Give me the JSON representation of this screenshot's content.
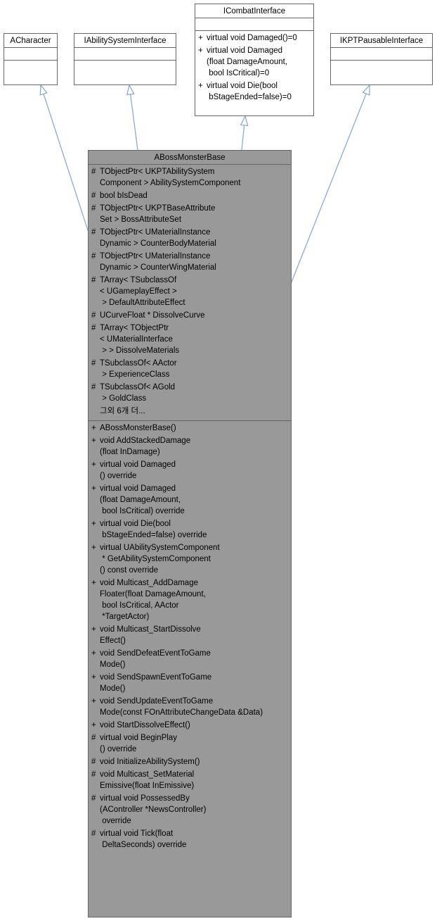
{
  "colors": {
    "edge": "#7ea6d6",
    "border": "#666666",
    "main_fill": "#999999",
    "fill": "#ffffff"
  },
  "bases": [
    {
      "key": "acharacter",
      "name": "ACharacter",
      "attributes": [],
      "methods": []
    },
    {
      "key": "iability",
      "name": "IAbilitySystemInterface",
      "attributes": [],
      "methods": []
    },
    {
      "key": "icombat",
      "name": "ICombatInterface",
      "attributes": [],
      "methods": [
        {
          "vis": "+",
          "text": "virtual void Damaged()=0"
        },
        {
          "vis": "+",
          "text": "virtual void Damaged\n(float DamageAmount,\n bool IsCritical)=0"
        },
        {
          "vis": "+",
          "text": "virtual void Die(bool\n bStageEnded=false)=0"
        }
      ]
    },
    {
      "key": "ikpt",
      "name": "IKPTPausableInterface",
      "attributes": [],
      "methods": []
    }
  ],
  "main": {
    "name": "ABossMonsterBase",
    "attributes": [
      {
        "vis": "#",
        "text": "TObjectPtr< UKPTAbilitySystem\nComponent > AbilitySystemComponent"
      },
      {
        "vis": "#",
        "text": "bool bIsDead"
      },
      {
        "vis": "#",
        "text": "TObjectPtr< UKPTBaseAttribute\nSet > BossAttributeSet"
      },
      {
        "vis": "#",
        "text": "TObjectPtr< UMaterialInstance\nDynamic > CounterBodyMaterial"
      },
      {
        "vis": "#",
        "text": "TObjectPtr< UMaterialInstance\nDynamic > CounterWingMaterial"
      },
      {
        "vis": "#",
        "text": "TArray< TSubclassOf\n< UGameplayEffect >\n > DefaultAttributeEffect"
      },
      {
        "vis": "#",
        "text": "UCurveFloat * DissolveCurve"
      },
      {
        "vis": "#",
        "text": "TArray< TObjectPtr\n< UMaterialInterface\n > > DissolveMaterials"
      },
      {
        "vis": "#",
        "text": "TSubclassOf< AActor\n > ExperienceClass"
      },
      {
        "vis": "#",
        "text": "TSubclassOf< AGold\n > GoldClass"
      },
      {
        "vis": "",
        "text": "그외 6개 더..."
      }
    ],
    "methods": [
      {
        "vis": "+",
        "text": "ABossMonsterBase()"
      },
      {
        "vis": "+",
        "text": "void AddStackedDamage\n(float InDamage)"
      },
      {
        "vis": "+",
        "text": "virtual void Damaged\n() override"
      },
      {
        "vis": "+",
        "text": "virtual void Damaged\n(float DamageAmount,\n bool IsCritical) override"
      },
      {
        "vis": "+",
        "text": "virtual void Die(bool\n bStageEnded=false) override"
      },
      {
        "vis": "+",
        "text": "virtual UAbilitySystemComponent\n * GetAbilitySystemComponent\n() const override"
      },
      {
        "vis": "+",
        "text": "void Multicast_AddDamage\nFloater(float DamageAmount,\n bool IsCritical, AActor\n *TargetActor)"
      },
      {
        "vis": "+",
        "text": "void Multicast_StartDissolve\nEffect()"
      },
      {
        "vis": "+",
        "text": "void SendDefeatEventToGame\nMode()"
      },
      {
        "vis": "+",
        "text": "void SendSpawnEventToGame\nMode()"
      },
      {
        "vis": "+",
        "text": "void SendUpdateEventToGame\nMode(const FOnAttributeChangeData &Data)"
      },
      {
        "vis": "+",
        "text": "void StartDissolveEffect()"
      },
      {
        "vis": "#",
        "text": "virtual void BeginPlay\n() override"
      },
      {
        "vis": "#",
        "text": "void InitializeAbilitySystem()"
      },
      {
        "vis": "#",
        "text": "void Multicast_SetMaterial\nEmissive(float InEmissive)"
      },
      {
        "vis": "#",
        "text": "virtual void PossessedBy\n(AController *NewsController)\n override"
      },
      {
        "vis": "#",
        "text": "virtual void Tick(float\n DeltaSeconds) override"
      }
    ]
  }
}
